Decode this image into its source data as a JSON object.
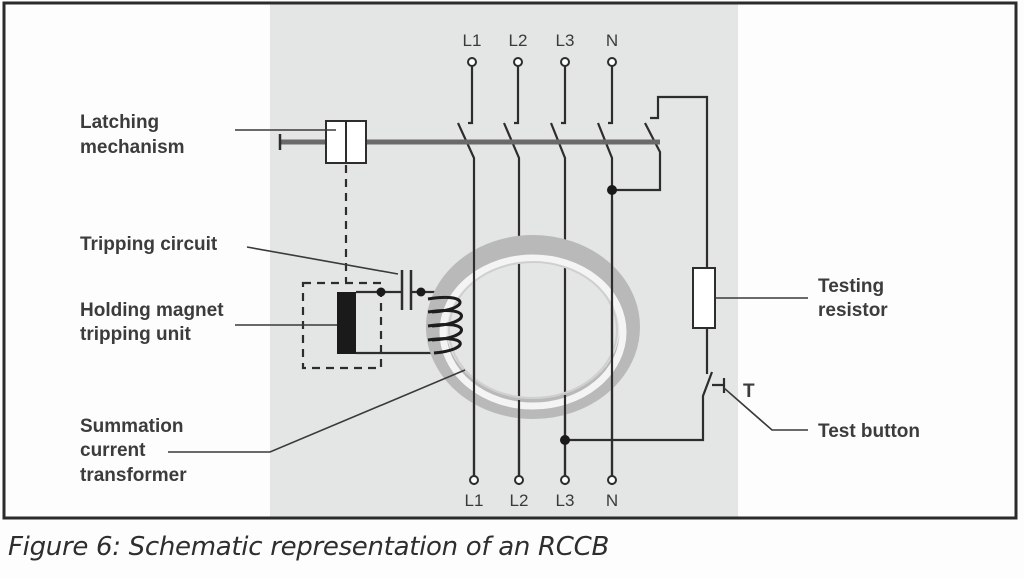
{
  "figure": {
    "caption": "Figure 6: Schematic representation of an RCCB",
    "background_panel_color": "#e4e5e5",
    "frame_color": "#2b2b2b"
  },
  "terminals": {
    "top": [
      "L1",
      "L2",
      "L3",
      "N"
    ],
    "bottom": [
      "L1",
      "L2",
      "L3",
      "N"
    ]
  },
  "labels": {
    "latching_mechanism": [
      "Latching",
      "mechanism"
    ],
    "tripping_circuit": [
      "Tripping circuit"
    ],
    "holding_magnet": [
      "Holding magnet",
      "tripping unit"
    ],
    "summation_ct": [
      "Summation",
      "current",
      "transformer"
    ],
    "testing_resistor": [
      "Testing",
      "resistor"
    ],
    "test_button": [
      "Test button"
    ],
    "test_switch_marker": "T"
  }
}
